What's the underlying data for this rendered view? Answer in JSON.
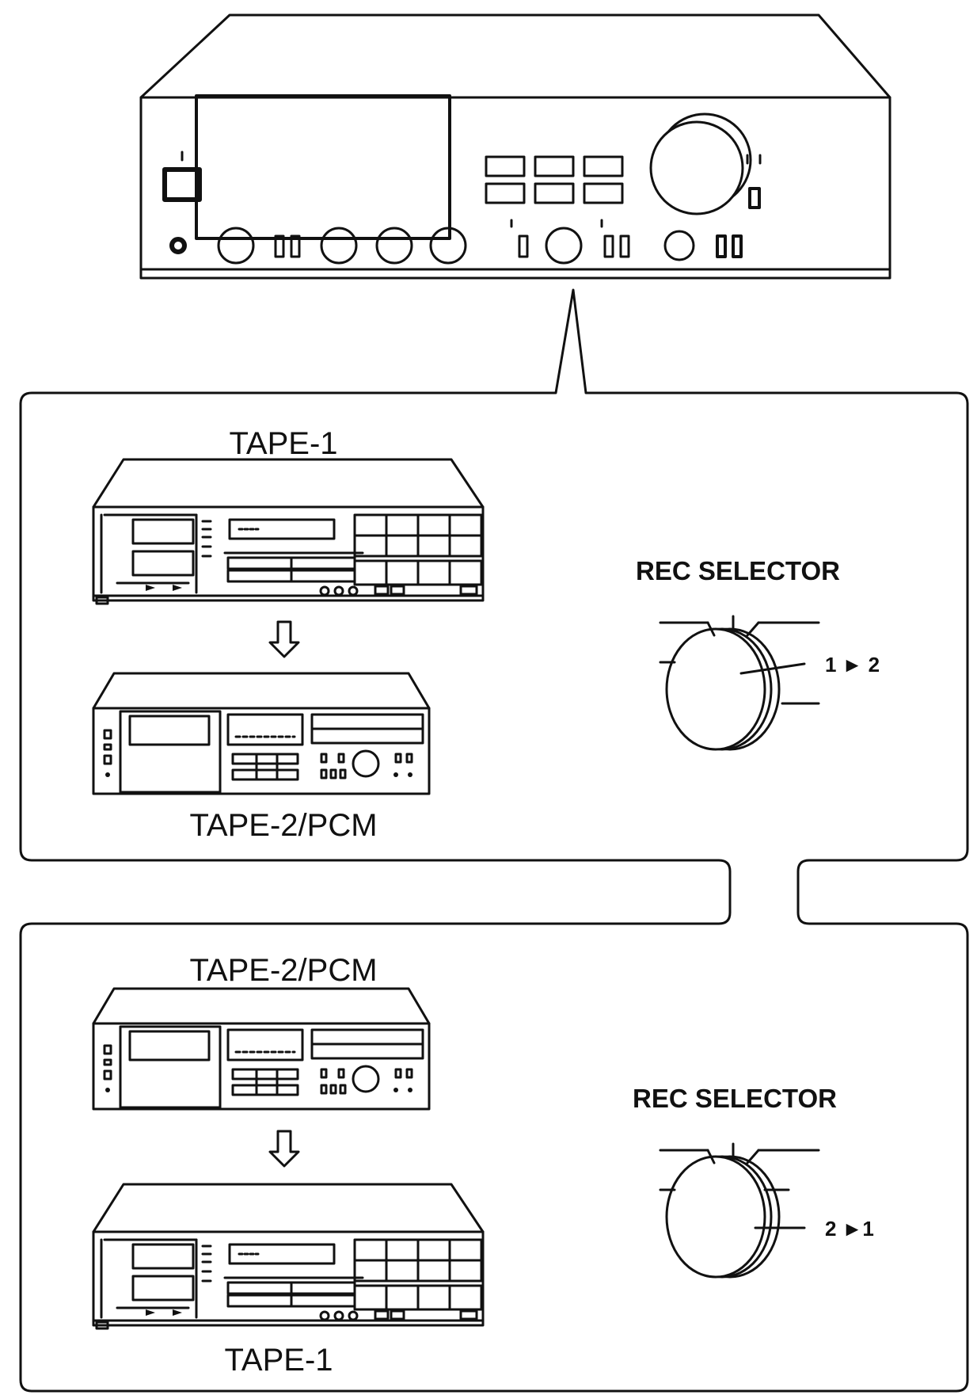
{
  "upper_panel": {
    "source_label": "TAPE-1",
    "destination_label": "TAPE-2/PCM",
    "selector_label": "REC SELECTOR",
    "selector_position": "1 ► 2"
  },
  "lower_panel": {
    "source_label": "TAPE-2/PCM",
    "destination_label": "TAPE-1",
    "selector_label": "REC SELECTOR",
    "selector_position": "2 ►1"
  }
}
